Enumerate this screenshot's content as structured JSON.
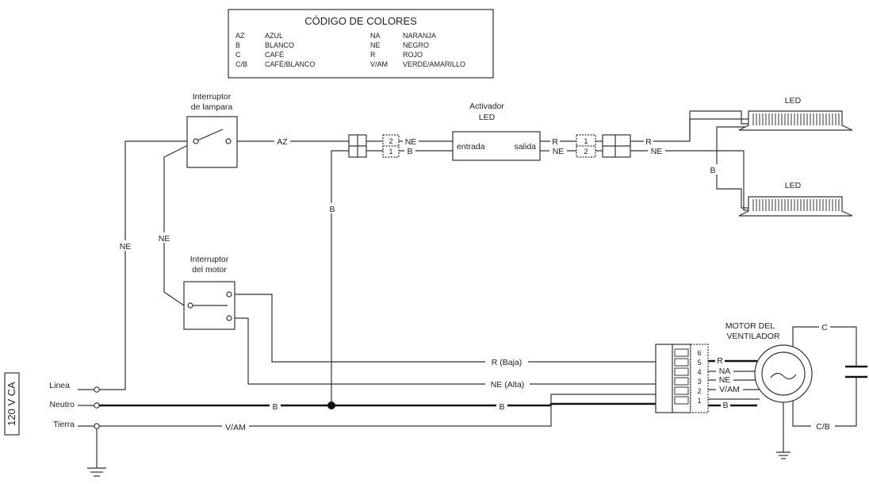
{
  "legend": {
    "title": "CÓDIGO DE COLORES",
    "entries": [
      {
        "code": "AZ",
        "name": "AZUL"
      },
      {
        "code": "B",
        "name": "BLANCO"
      },
      {
        "code": "C",
        "name": "CAFÉ"
      },
      {
        "code": "C/B",
        "name": "CAFÉ/BLANCO"
      },
      {
        "code": "NA",
        "name": "NARANJA"
      },
      {
        "code": "NE",
        "name": "NEGRO"
      },
      {
        "code": "R",
        "name": "ROJO"
      },
      {
        "code": "V/AM",
        "name": "VERDE/AMARILLO"
      }
    ]
  },
  "supply": {
    "voltage": "120 V CA",
    "linea": "Linea",
    "neutro": "Neutro",
    "tierra": "Tierra"
  },
  "components": {
    "lamp_switch": [
      "Interruptor",
      "de lampara"
    ],
    "motor_switch": [
      "Interruptor",
      "del motor"
    ],
    "activator": [
      "Activador",
      "LED"
    ],
    "activator_in": "entrada",
    "activator_out": "salida",
    "led_top": "LED",
    "led_bottom": "LED",
    "motor": [
      "MOTOR DEL",
      "VENTILADOR"
    ]
  },
  "wire_labels": {
    "az": "AZ",
    "ne_lamp_in": "NE",
    "b_lamp_in": "B",
    "b_vertical": "B",
    "ne_left": "NE",
    "ne_mid": "NE",
    "r_out": "R",
    "ne_out": "NE",
    "r_led": "R",
    "ne_led": "NE",
    "b_led": "B",
    "r_baja": "R (Baja)",
    "ne_alta": "NE (Alta)",
    "b_neutral_1": "B",
    "b_neutral_2": "B",
    "vam_ground": "V/AM",
    "motor_r": "R",
    "motor_na": "NA",
    "motor_ne": "NE",
    "motor_vam": "V/AM",
    "motor_b": "B",
    "cap_c": "C",
    "cap_cb": "C/B"
  },
  "connector_pins": {
    "in_top": "2",
    "in_bottom": "1",
    "out_top": "1",
    "out_bottom": "2",
    "motor": [
      "6",
      "5",
      "4",
      "3",
      "2",
      "1"
    ]
  }
}
